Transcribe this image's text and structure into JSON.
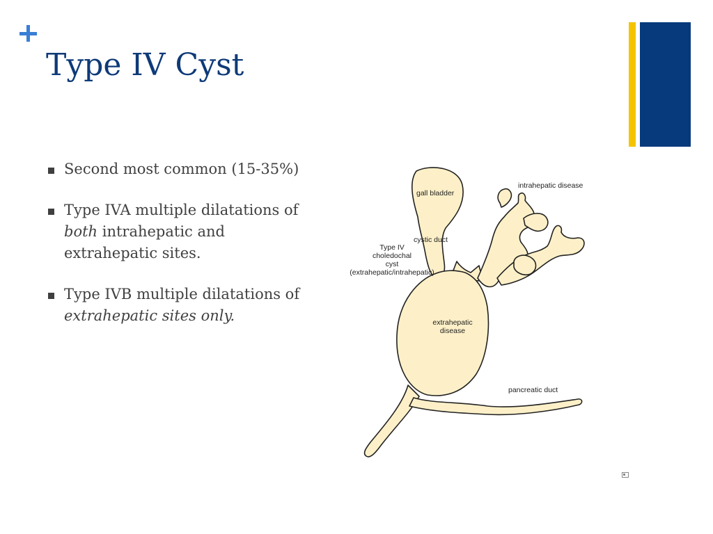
{
  "slide": {
    "title": "Type IV Cyst",
    "bullets": [
      {
        "parts": [
          "Second most common (15-35%)"
        ]
      },
      {
        "pre": "Type IVA multiple dilatations of ",
        "em": "both",
        "post": " intrahepatic and extrahepatic sites."
      },
      {
        "pre": "Type IVB multiple dilatations of ",
        "em": "extrahepatic sites only."
      }
    ]
  },
  "diagram": {
    "labels": {
      "gall_bladder": "gall bladder",
      "intrahepatic_disease": "intrahepatic disease",
      "cystic_duct": "cystic duct",
      "type_iv_line1": "Type IV",
      "type_iv_line2": "choledochal",
      "type_iv_line3": "cyst",
      "type_iv_line4": "(extrahepatic/intrahepatic)",
      "extrahepatic_line1": "extrahepatic",
      "extrahepatic_line2": "disease",
      "pancreatic_duct": "pancreatic duct"
    }
  },
  "colors": {
    "title": "#0e3a78",
    "plus": "#3a7fd5",
    "accent_yellow": "#f5c400",
    "accent_blue": "#063a7c",
    "organ_fill": "#fdf0c8",
    "organ_stroke": "#222222"
  }
}
